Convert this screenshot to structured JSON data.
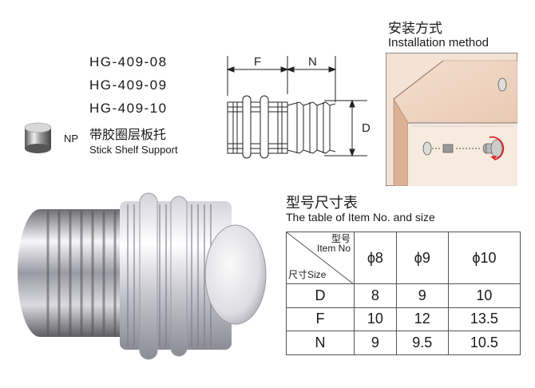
{
  "models": [
    "HG-409-08",
    "HG-409-09",
    "HG-409-10"
  ],
  "finish_code": "NP",
  "name_cn": "带胶圈层板托",
  "name_en": "Stick Shelf Support",
  "dimension_labels": {
    "F": "F",
    "N": "N",
    "D": "D"
  },
  "installation": {
    "title_cn": "安装方式",
    "title_en": "Installation method"
  },
  "table": {
    "title_cn": "型号尺寸表",
    "title_en": "The table of Item No. and size",
    "corner_top_cn": "型号",
    "corner_top_en": "Item No",
    "corner_bottom_cn": "尺寸",
    "corner_bottom_en": "Size",
    "columns": [
      "ϕ8",
      "ϕ9",
      "ϕ10"
    ],
    "rows": [
      {
        "label": "D",
        "values": [
          "8",
          "9",
          "10"
        ]
      },
      {
        "label": "F",
        "values": [
          "10",
          "12",
          "13.5"
        ]
      },
      {
        "label": "N",
        "values": [
          "9",
          "9.5",
          "10.5"
        ]
      }
    ]
  }
}
